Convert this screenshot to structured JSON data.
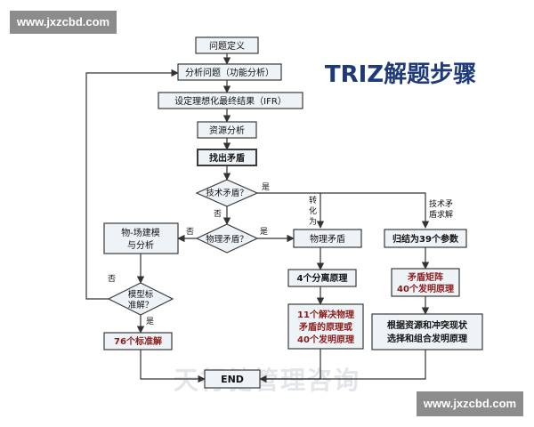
{
  "watermark": {
    "top_url": "www.jxzcbd.com",
    "bottom_url": "www.jxzcbd.com",
    "center_text": "天行健管理咨询"
  },
  "title": "TRIZ解题步骤",
  "colors": {
    "title": "#1f3a7a",
    "accent_red": "#8b1a1a",
    "box_fill": "#eef3f7",
    "box_stroke": "#3a3a3a",
    "watermark_badge": "#8c8c8c"
  },
  "steps": {
    "define": "问题定义",
    "analyze": "分析问题（功能分析）",
    "ifr": "设定理想化最终结果（IFR）",
    "resource": "资源分析",
    "find": "找出矛盾",
    "tech_dec": "技术矛盾？",
    "phys_dec": "物理矛盾？",
    "sufield": [
      "物-场建模",
      "与分析"
    ],
    "model_dec": [
      "模型标",
      "准解？"
    ],
    "std76": "76个标准解",
    "phys_box": "物理矛盾",
    "sep4": "4个分离原理",
    "eleven": [
      "11个解决物理",
      "矛盾的原理或",
      "40个发明原理"
    ],
    "param39": "归结为39个参数",
    "matrix": [
      "矛盾矩阵",
      "40个发明原理"
    ],
    "select": [
      "根据资源和冲突现状",
      "选择和组合发明原理"
    ],
    "end": "END"
  },
  "labels": {
    "yes": "是",
    "no": "否",
    "convert": [
      "转",
      "化",
      "为"
    ],
    "tech_solve": [
      "技术矛",
      "盾求解"
    ]
  }
}
